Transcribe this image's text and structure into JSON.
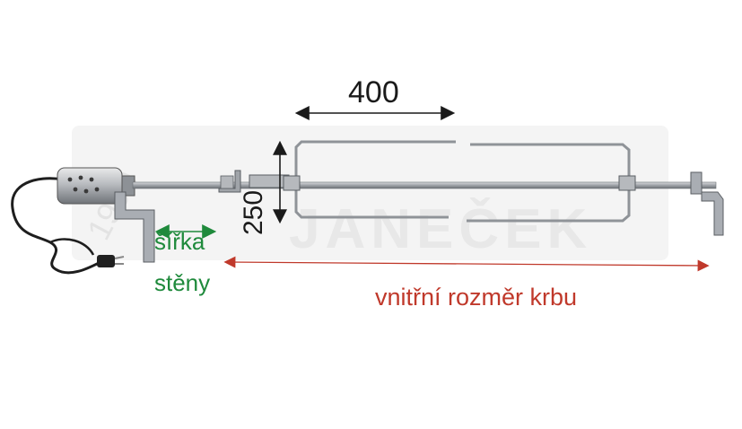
{
  "dimensions": {
    "length_label": "400",
    "height_label": "250"
  },
  "labels": {
    "wall_width_line1": "šířka",
    "wall_width_line2": "stěny",
    "inner_size": "vnitřní rozměr krbu"
  },
  "watermark": {
    "text": "JANEČEK",
    "side_text": "1990"
  },
  "colors": {
    "dimension": "#1a1a1a",
    "wall_width": "#1f8a3c",
    "inner_size": "#c0392b",
    "metal": "#a9adb3",
    "watermark": "#ececec"
  }
}
